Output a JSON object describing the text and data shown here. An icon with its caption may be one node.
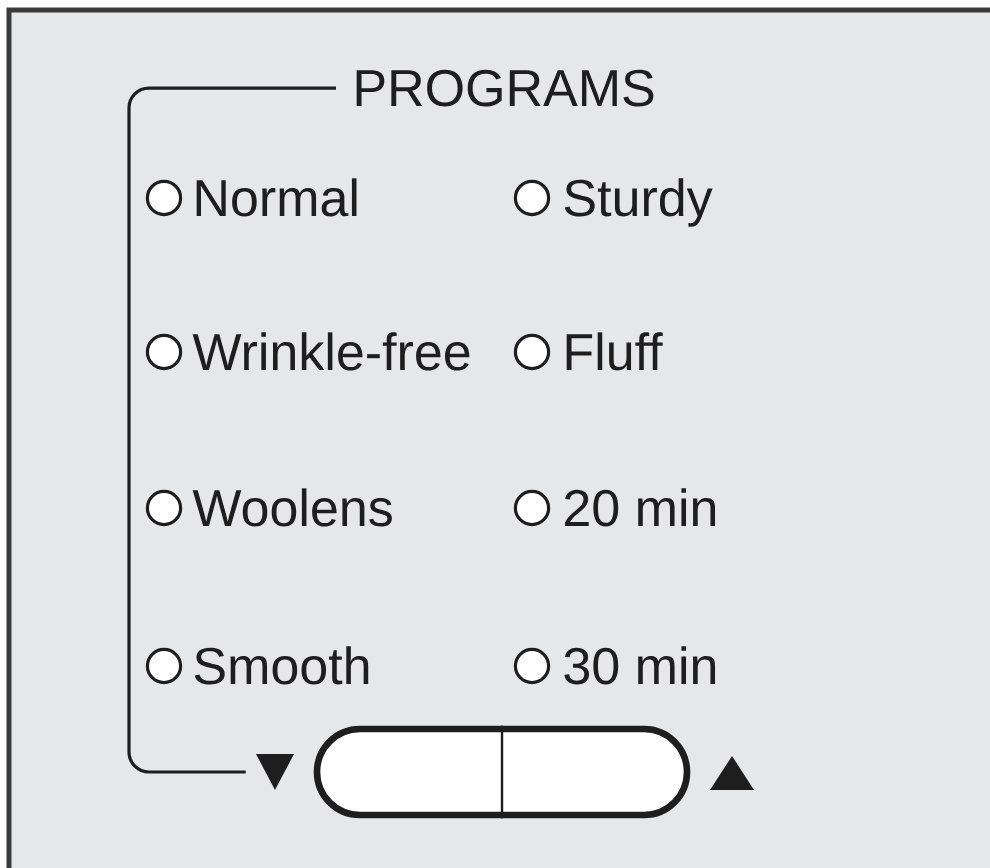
{
  "diagram": {
    "nodes": [
      {
        "text": [
          "PROGRAMS"
        ]
      },
      {
        "text": [],
        "shape": "button"
      }
    ],
    "edges": [
      {
        "from": 0,
        "to": 1,
        "arrow": "none"
      }
    ],
    "labels": [
      "Normal",
      "Sturdy",
      "Wrinkle-free",
      "Fluff",
      "Woolens",
      "20 min",
      "Smooth",
      "30 min"
    ]
  }
}
